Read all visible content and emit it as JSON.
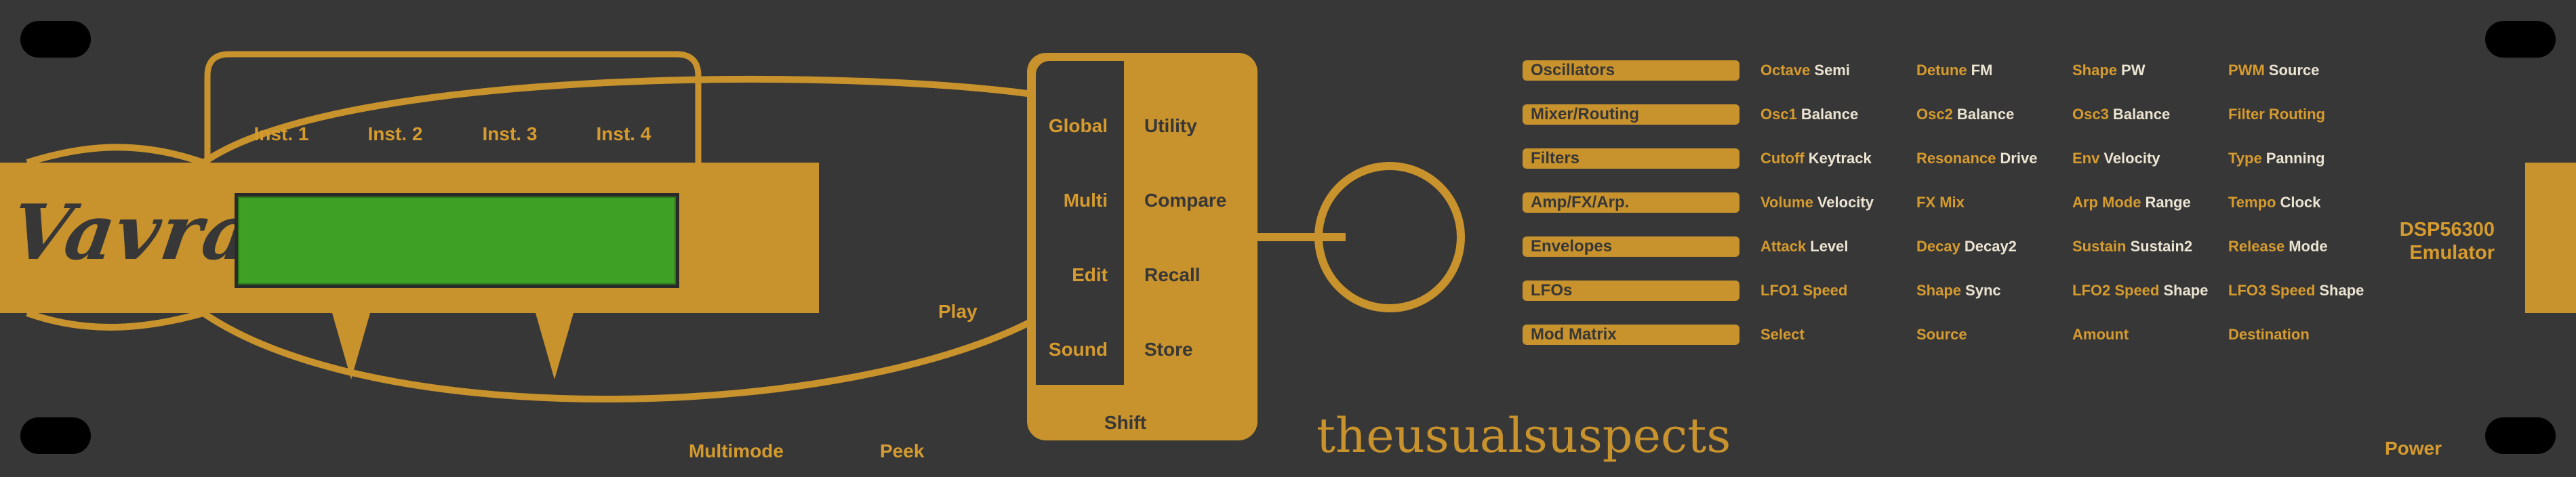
{
  "colors": {
    "background": "#373737",
    "panel_gold": "#c8922c",
    "label_gold": "#d69b2e",
    "label_white": "#ece4d2",
    "lcd_green": "#3ea024",
    "hole": "#000000"
  },
  "instruments": [
    "Inst. 1",
    "Inst. 2",
    "Inst. 3",
    "Inst. 4"
  ],
  "logo": "Vavra",
  "display": {
    "text": ""
  },
  "play_label": "Play",
  "modes_left": [
    "Global",
    "Multi",
    "Edit",
    "Sound"
  ],
  "modes_right": [
    "Utility",
    "Compare",
    "Recall",
    "Store"
  ],
  "shift_label": "Shift",
  "bottom": {
    "multimode": "Multimode",
    "peek": "Peek",
    "power": "Power"
  },
  "brand": "theusualsuspects",
  "dsp": {
    "line1": "DSP56300",
    "line2": "Emulator"
  },
  "sections": [
    {
      "name": "Oscillators",
      "params": [
        {
          "a": "Octave",
          "b": "Semi"
        },
        {
          "a": "Detune",
          "b": "FM"
        },
        {
          "a": "Shape",
          "b": "PW"
        },
        {
          "a": "PWM",
          "b": "Source"
        }
      ]
    },
    {
      "name": "Mixer/Routing",
      "params": [
        {
          "a": "Osc1",
          "b": "Balance"
        },
        {
          "a": "Osc2",
          "b": "Balance"
        },
        {
          "a": "Osc3",
          "b": "Balance"
        },
        {
          "a": "Filter Routing",
          "b": ""
        }
      ]
    },
    {
      "name": "Filters",
      "params": [
        {
          "a": "Cutoff",
          "b": "Keytrack"
        },
        {
          "a": "Resonance",
          "b": "Drive"
        },
        {
          "a": "Env",
          "b": "Velocity"
        },
        {
          "a": "Type",
          "b": "Panning"
        }
      ]
    },
    {
      "name": "Amp/FX/Arp.",
      "params": [
        {
          "a": "Volume",
          "b": "Velocity"
        },
        {
          "a": "FX Mix",
          "b": ""
        },
        {
          "a": "Arp Mode",
          "b": "Range"
        },
        {
          "a": "Tempo",
          "b": "Clock"
        }
      ]
    },
    {
      "name": "Envelopes",
      "params": [
        {
          "a": "Attack",
          "b": "Level"
        },
        {
          "a": "Decay",
          "b": "Decay2"
        },
        {
          "a": "Sustain",
          "b": "Sustain2"
        },
        {
          "a": "Release",
          "b": "Mode"
        }
      ]
    },
    {
      "name": "LFOs",
      "params": [
        {
          "a": "LFO1 Speed",
          "b": ""
        },
        {
          "a": "Shape",
          "b": "Sync"
        },
        {
          "a": "LFO2 Speed",
          "b": "Shape"
        },
        {
          "a": "LFO3 Speed",
          "b": "Shape"
        }
      ]
    },
    {
      "name": "Mod Matrix",
      "params": [
        {
          "a": "Select",
          "b": ""
        },
        {
          "a": "Source",
          "b": ""
        },
        {
          "a": "Amount",
          "b": ""
        },
        {
          "a": "Destination",
          "b": ""
        }
      ]
    }
  ]
}
